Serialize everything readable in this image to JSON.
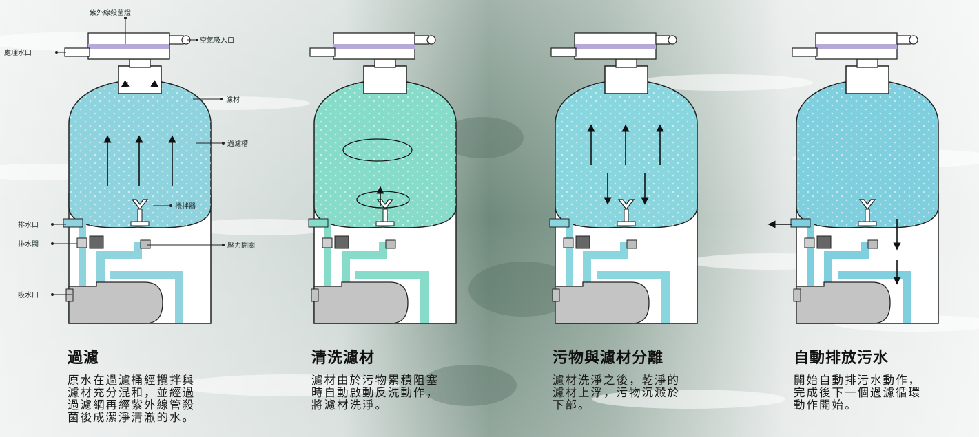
{
  "labels": {
    "uv_lamp": "紫外線殺菌燈",
    "treated_outlet": "處理水口",
    "air_inlet": "空氣吸入口",
    "media": "濾材",
    "filter_tank": "過濾槽",
    "agitator": "攪拌器",
    "drain_outlet": "排水口",
    "drain_valve": "排水閥",
    "pressure_switch": "壓力開關",
    "intake": "吸水口"
  },
  "stages": [
    {
      "title": "過濾",
      "lines": [
        "原水在過濾桶經攪拌與",
        "濾材充分混和，並經過",
        "過濾網再經紫外線管殺",
        "菌後成潔淨清澈的水。"
      ]
    },
    {
      "title": "清洗濾材",
      "lines": [
        "濾材由於污物累積阻塞",
        "時自動啟動反洗動作，",
        "將濾材洗淨。"
      ]
    },
    {
      "title": "污物與濾材分離",
      "lines": [
        "濾材洗淨之後，乾淨的",
        "濾材上浮，污物沉澱於",
        "下部。"
      ]
    },
    {
      "title": "自動排放污水",
      "lines": [
        "開始自動排污水動作，",
        "完成後下一個過濾循環",
        "動作開始。"
      ]
    }
  ],
  "colors": {
    "stage1_water": "#8ed3de",
    "stage2_water": "#86dcc8",
    "stage3_water": "#8ad6de",
    "stage4_water": "#7fcfdf",
    "pump": "#c4c4c4",
    "outline": "#222222",
    "uv_band": "#b6a9d8"
  }
}
